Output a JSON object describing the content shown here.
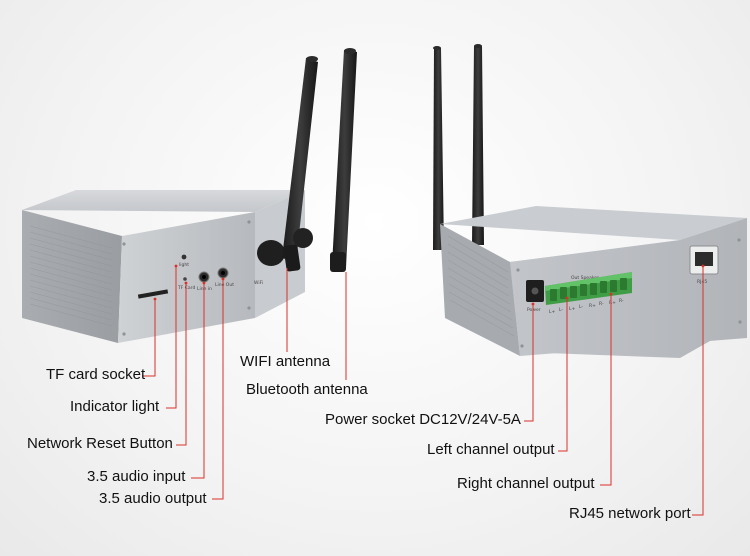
{
  "left_device": {
    "panel_marks": {
      "light": "light",
      "tf_card": "TF Card",
      "line_in": "Line in",
      "line_out": "Line Out",
      "wifi": "WiFi"
    }
  },
  "right_device": {
    "panel_marks": {
      "power": "Power",
      "out_speaker": "Out Speaker",
      "rj45": "RJ45",
      "terminals": [
        "L+",
        "L-",
        "L+",
        "L-",
        "R+",
        "R-",
        "R+",
        "R-"
      ]
    }
  },
  "callouts": {
    "tf_card_socket": "TF card socket",
    "indicator_light": "Indicator light",
    "network_reset_button": "Network Reset Button",
    "audio_input": "3.5 audio input",
    "audio_output": "3.5 audio output",
    "wifi_antenna": "WIFI antenna",
    "bluetooth_antenna": "Bluetooth antenna",
    "power_socket": "Power socket DC12V/24V-5A",
    "left_channel_output": "Left channel output",
    "right_channel_output": "Right channel output",
    "rj45_network_port": "RJ45 network port"
  },
  "colors": {
    "callout_line": "#d9302a",
    "housing": "#b9bcc0",
    "terminal_block": "#4caf50",
    "antenna": "#2a2a2a"
  }
}
